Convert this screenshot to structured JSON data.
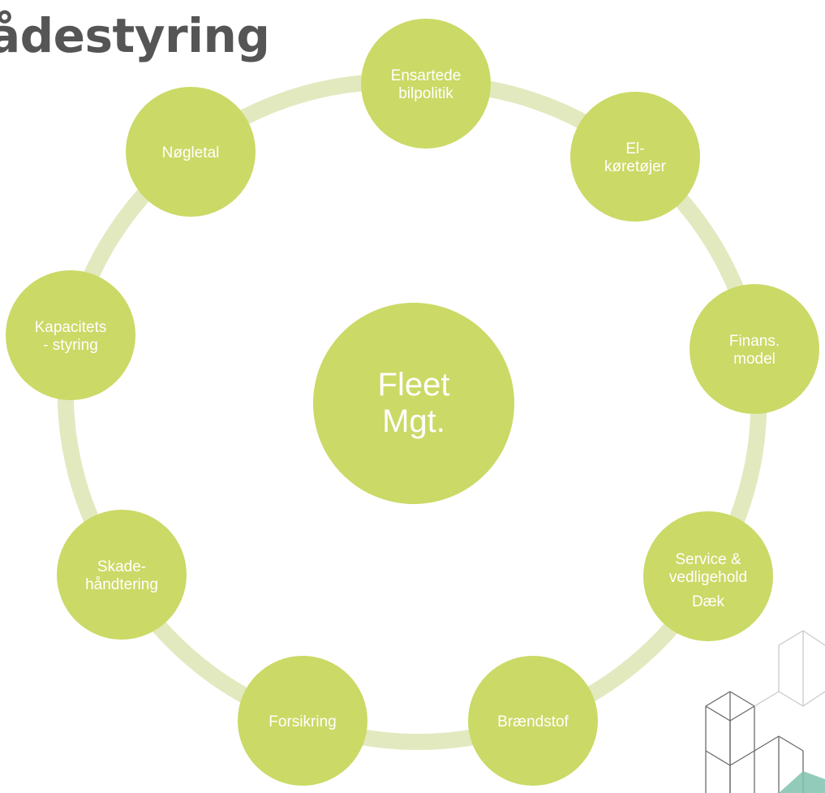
{
  "title": "ådestyring",
  "center": {
    "label_lines": [
      "Fleet",
      "Mgt."
    ]
  },
  "nodes": [
    {
      "id": "ensartede-bilpolitik",
      "lines": [
        "Ensartede",
        "bilpolitik"
      ]
    },
    {
      "id": "el-koretojer",
      "lines": [
        "El-",
        "køretøjer"
      ]
    },
    {
      "id": "finans-model",
      "lines": [
        "Finans.",
        "model"
      ]
    },
    {
      "id": "service-vedligehold",
      "lines": [
        "Service &",
        "vedligehold",
        "Dæk"
      ]
    },
    {
      "id": "braendstof",
      "lines": [
        "Brændstof"
      ]
    },
    {
      "id": "forsikring",
      "lines": [
        "Forsikring"
      ]
    },
    {
      "id": "skadehaandtering",
      "lines": [
        "Skade-",
        "håndtering"
      ]
    },
    {
      "id": "kapacitetsstyring",
      "lines": [
        "Kapacitets",
        "- styring"
      ]
    },
    {
      "id": "noegletal",
      "lines": [
        "Nøgletal"
      ]
    }
  ],
  "colors": {
    "node": "#cbd966",
    "connector": "#e2e9bf",
    "text": "#ffffff",
    "title": "#555555"
  },
  "decoration": {
    "icon": "isometric-cubes-graphic"
  }
}
